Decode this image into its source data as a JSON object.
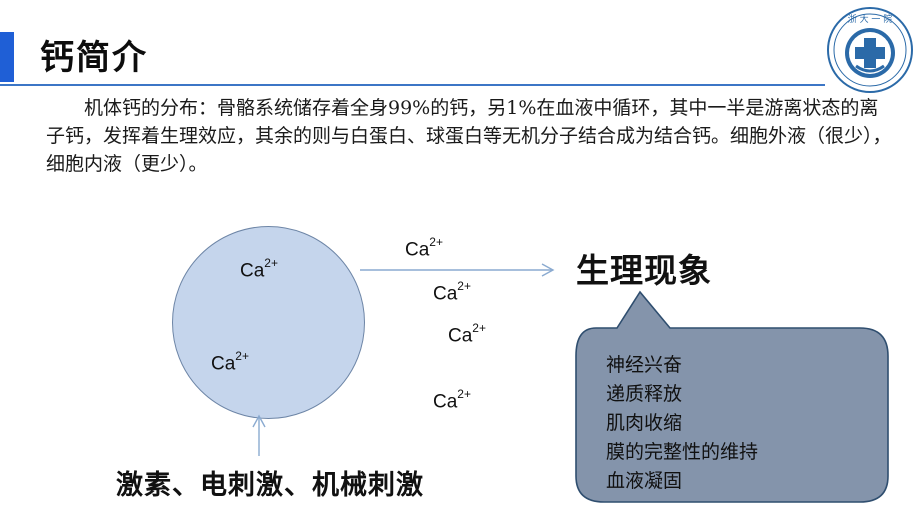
{
  "header": {
    "title": "钙简介"
  },
  "logo": {
    "text": "浙 大 一 院",
    "icon": "hospital-emblem"
  },
  "intro": {
    "text": "机体钙的分布：骨骼系统储存着全身99%的钙，另1%在血液中循环，其中一半是游离状态的离子钙，发挥着生理效应，其余的则与白蛋白、球蛋白等无机分子结合成为结合钙。细胞外液（很少），细胞内液（更少）。"
  },
  "diagram": {
    "ion_base": "Ca",
    "ion_charge": "2+",
    "phenomenon": "生理现象",
    "effects": [
      "神经兴奋",
      "递质释放",
      "肌肉收缩",
      "膜的完整性的维持",
      "血液凝固"
    ],
    "stimuli": "激素、电刺激、机械刺激",
    "colors": {
      "accent": "#1f5fd6",
      "cell_fill": "#c5d5ec",
      "callout_fill": "#8494ab",
      "arrow": "#8aaad0"
    }
  }
}
